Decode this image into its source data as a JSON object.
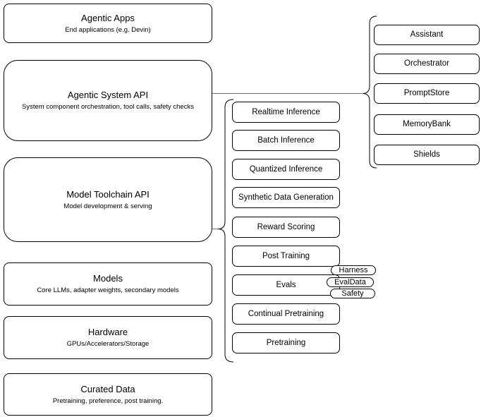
{
  "diagram": {
    "layers": [
      {
        "title": "Agentic Apps",
        "subtitle": "End applications (e.g. Devin)"
      },
      {
        "title": "Agentic System API",
        "subtitle": "System component orchestration, tool calls, safety checks"
      },
      {
        "title": "Model Toolchain API",
        "subtitle": "Model development & serving"
      },
      {
        "title": "Models",
        "subtitle": "Core LLMs, adapter weights, secondary models"
      },
      {
        "title": "Hardware",
        "subtitle": "GPUs/Accelerators/Storage"
      },
      {
        "title": "Curated Data",
        "subtitle": "Pretraining, preference, post training."
      }
    ],
    "toolchain_components": [
      "Realtime Inference",
      "Batch Inference",
      "Quantized Inference",
      "Synthetic Data Generation",
      "Reward Scoring",
      "Post Training",
      "Evals",
      "Continual Pretraining",
      "Pretraining"
    ],
    "evals_tags": [
      "Harness",
      "EvalData",
      "Safety"
    ],
    "system_api_components": [
      "Assistant",
      "Orchestrator",
      "PromptStore",
      "MemoryBank",
      "Shields"
    ],
    "colors": {
      "stroke": "#000000",
      "connector": "#737373",
      "background": "#ffffff",
      "text": "#000000"
    }
  }
}
